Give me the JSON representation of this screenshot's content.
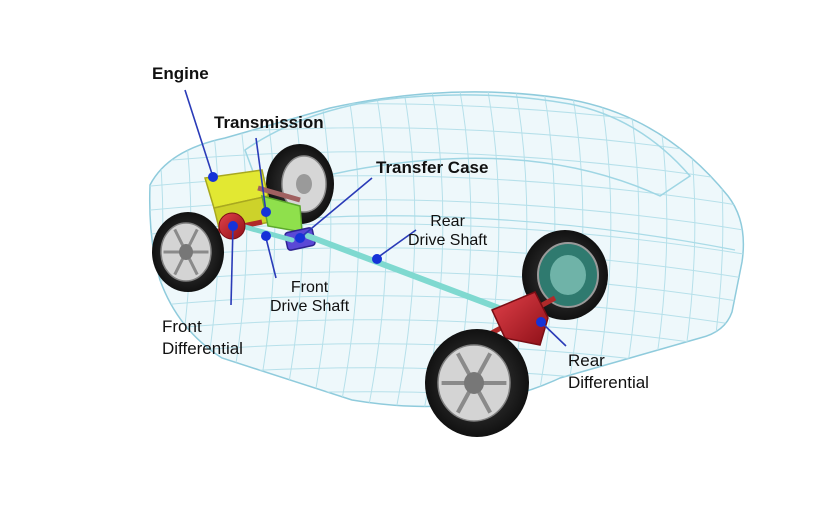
{
  "labels": {
    "engine": "Engine",
    "transmission": "Transmission",
    "transfer_case": "Transfer Case",
    "rear_drive_shaft": [
      "Rear",
      "Drive Shaft"
    ],
    "front_drive_shaft": [
      "Front",
      "Drive Shaft"
    ],
    "front_differential": [
      "Front",
      "Differential"
    ],
    "rear_differential": [
      "Rear",
      "Differential"
    ]
  },
  "colors": {
    "body_wireframe": "#9fd6e4",
    "body_fill": "#eef8fb",
    "engine": "#e2e832",
    "transmission": "#8fe04c",
    "transfer_case": "#5a48d6",
    "drive_shaft": "#7fd9d0",
    "differential": "#c8202a",
    "tire": "#1d1d1d",
    "rim": "#c8c8c8",
    "leader_line": "#2a3bb8",
    "marker_dot": "#1532d8"
  }
}
